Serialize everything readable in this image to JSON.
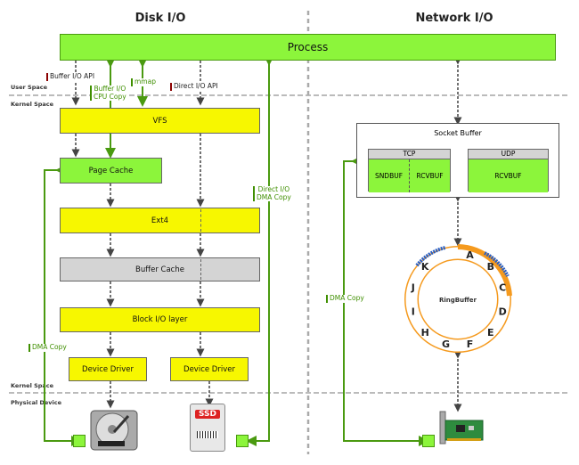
{
  "headers": {
    "disk": "Disk I/O",
    "network": "Network I/O"
  },
  "layers": {
    "user": "User Space",
    "kernel": "Kernel Space",
    "kernel_bottom": "Kernel Space",
    "physical": "Physical Device"
  },
  "process": "Process",
  "vfs": "VFS",
  "page_cache": "Page Cache",
  "ext4": "Ext4",
  "buffer_cache": "Buffer Cache",
  "block_io": "Block I/O layer",
  "device_driver_1": "Device Driver",
  "device_driver_2": "Device Driver",
  "labels": {
    "buffer_io_api": "Buffer I/O API",
    "buffer_io_cpu_copy_1": "Buffer I/O",
    "buffer_io_cpu_copy_2": "CPU Copy",
    "mmap": "mmap",
    "direct_io_api": "Direct I/O API",
    "direct_io_dma_1": "Direct I/O",
    "direct_io_dma_2": "DMA Copy",
    "dma_copy_left": "DMA Copy",
    "dma_copy_net": "DMA Copy"
  },
  "socket_buffer": {
    "title": "Socket Buffer",
    "tcp": "TCP",
    "sndbuf": "SNDBUF",
    "rcvbuf": "RCVBUF",
    "udp": "UDP",
    "udp_rcvbuf": "RCVBUF"
  },
  "ring_buffer": {
    "label": "RingBuffer",
    "letters": [
      "A",
      "B",
      "C",
      "D",
      "E",
      "F",
      "G",
      "H",
      "I",
      "J",
      "K"
    ]
  },
  "ssd_label": "SSD",
  "colors": {
    "green": "#8cf53b",
    "yellow": "#f7f700",
    "gray": "#d4d4d4",
    "edge_green": "#4a9a10",
    "orange": "#f59a1e",
    "blue": "#2a5fc4"
  }
}
